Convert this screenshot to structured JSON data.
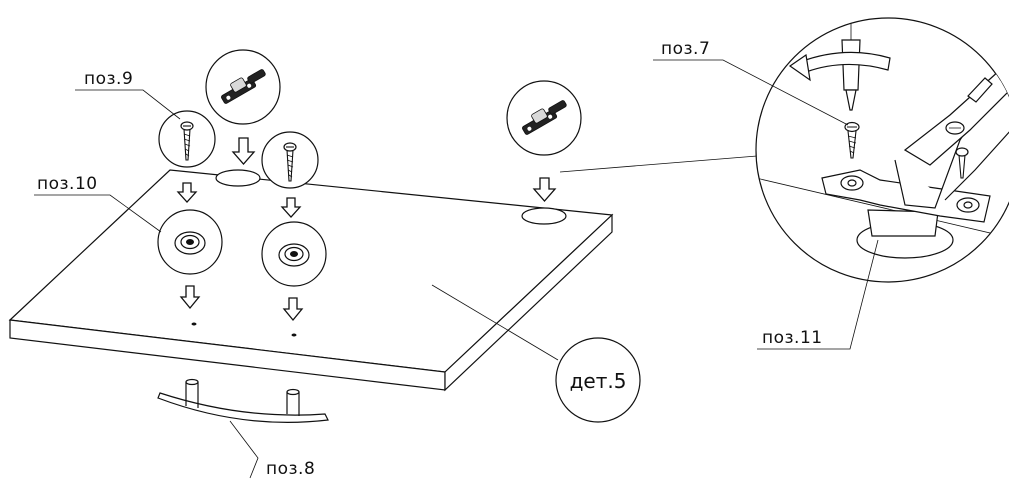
{
  "labels": {
    "poz9": "поз.9",
    "poz10": "поз.10",
    "poz7": "поз.7",
    "poz11": "поз.11",
    "poz8": "поз.8",
    "det5": "дет.5"
  },
  "icons": {
    "hinge": "cabinet-hinge-icon",
    "screw": "wood-screw-icon",
    "washer": "countersunk-washer-icon",
    "arrow": "down-arrow-icon",
    "handle": "arched-handle-icon"
  }
}
